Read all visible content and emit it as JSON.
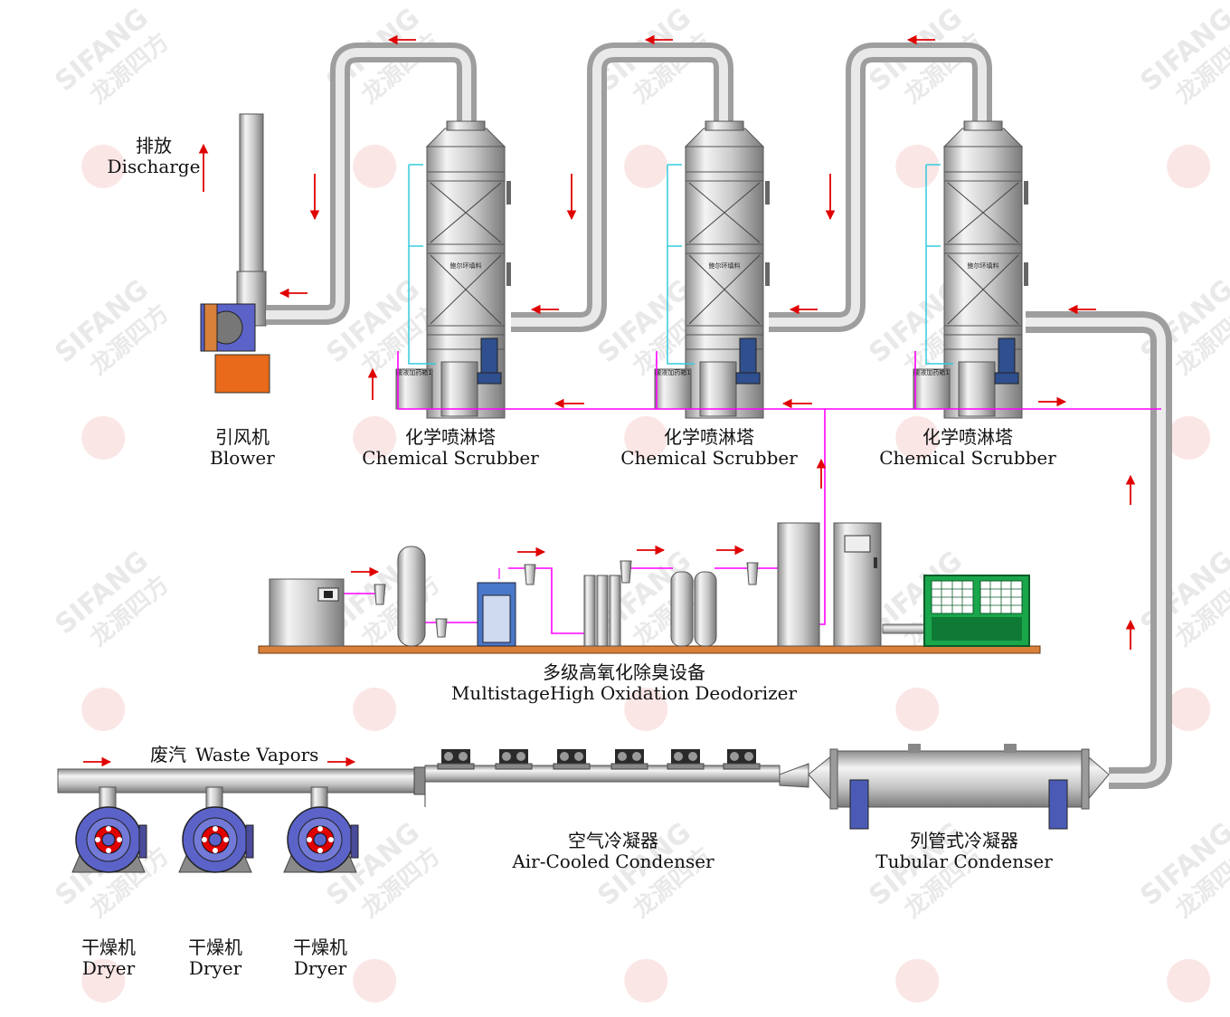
{
  "labels": {
    "discharge": {
      "cn": "排放",
      "en": "Discharge"
    },
    "blower": {
      "cn": "引风机",
      "en": "Blower"
    },
    "scrubber_1": {
      "cn": "化学喷淋塔",
      "en": "Chemical Scrubber"
    },
    "scrubber_2": {
      "cn": "化学喷淋塔",
      "en": "Chemical Scrubber"
    },
    "scrubber_3": {
      "cn": "化学喷淋塔",
      "en": "Chemical Scrubber"
    },
    "deodorizer": {
      "cn": "多级高氧化除臭设备",
      "en": "MultistageHigh Oxidation Deodorizer"
    },
    "waste_vapors": {
      "cn": "废汽",
      "en": "Waste Vapors"
    },
    "air_cooled_condenser": {
      "cn": "空气冷凝器",
      "en": "Air-Cooled Condenser"
    },
    "tubular_condenser": {
      "cn": "列管式冷凝器",
      "en": "Tubular Condenser"
    },
    "dryer_1": {
      "cn": "干燥机",
      "en": "Dryer"
    },
    "dryer_2": {
      "cn": "干燥机",
      "en": "Dryer"
    },
    "dryer_3": {
      "cn": "干燥机",
      "en": "Dryer"
    }
  },
  "tower_text": {
    "packing": "鲍尔环填料",
    "dosing_tank": "酸液加药箱1"
  },
  "watermark": {
    "brand": "SIFANG",
    "cn": "龙源四方"
  },
  "colors": {
    "pipe": "#c8c8c8",
    "flow_arrow": "#e00000",
    "ozone_line": "#ff00ff",
    "water_line": "#33ccdd",
    "base_plate": "#d9803a",
    "motor_blue": "#5b63c9",
    "cooler_green": "#1aa64b"
  }
}
